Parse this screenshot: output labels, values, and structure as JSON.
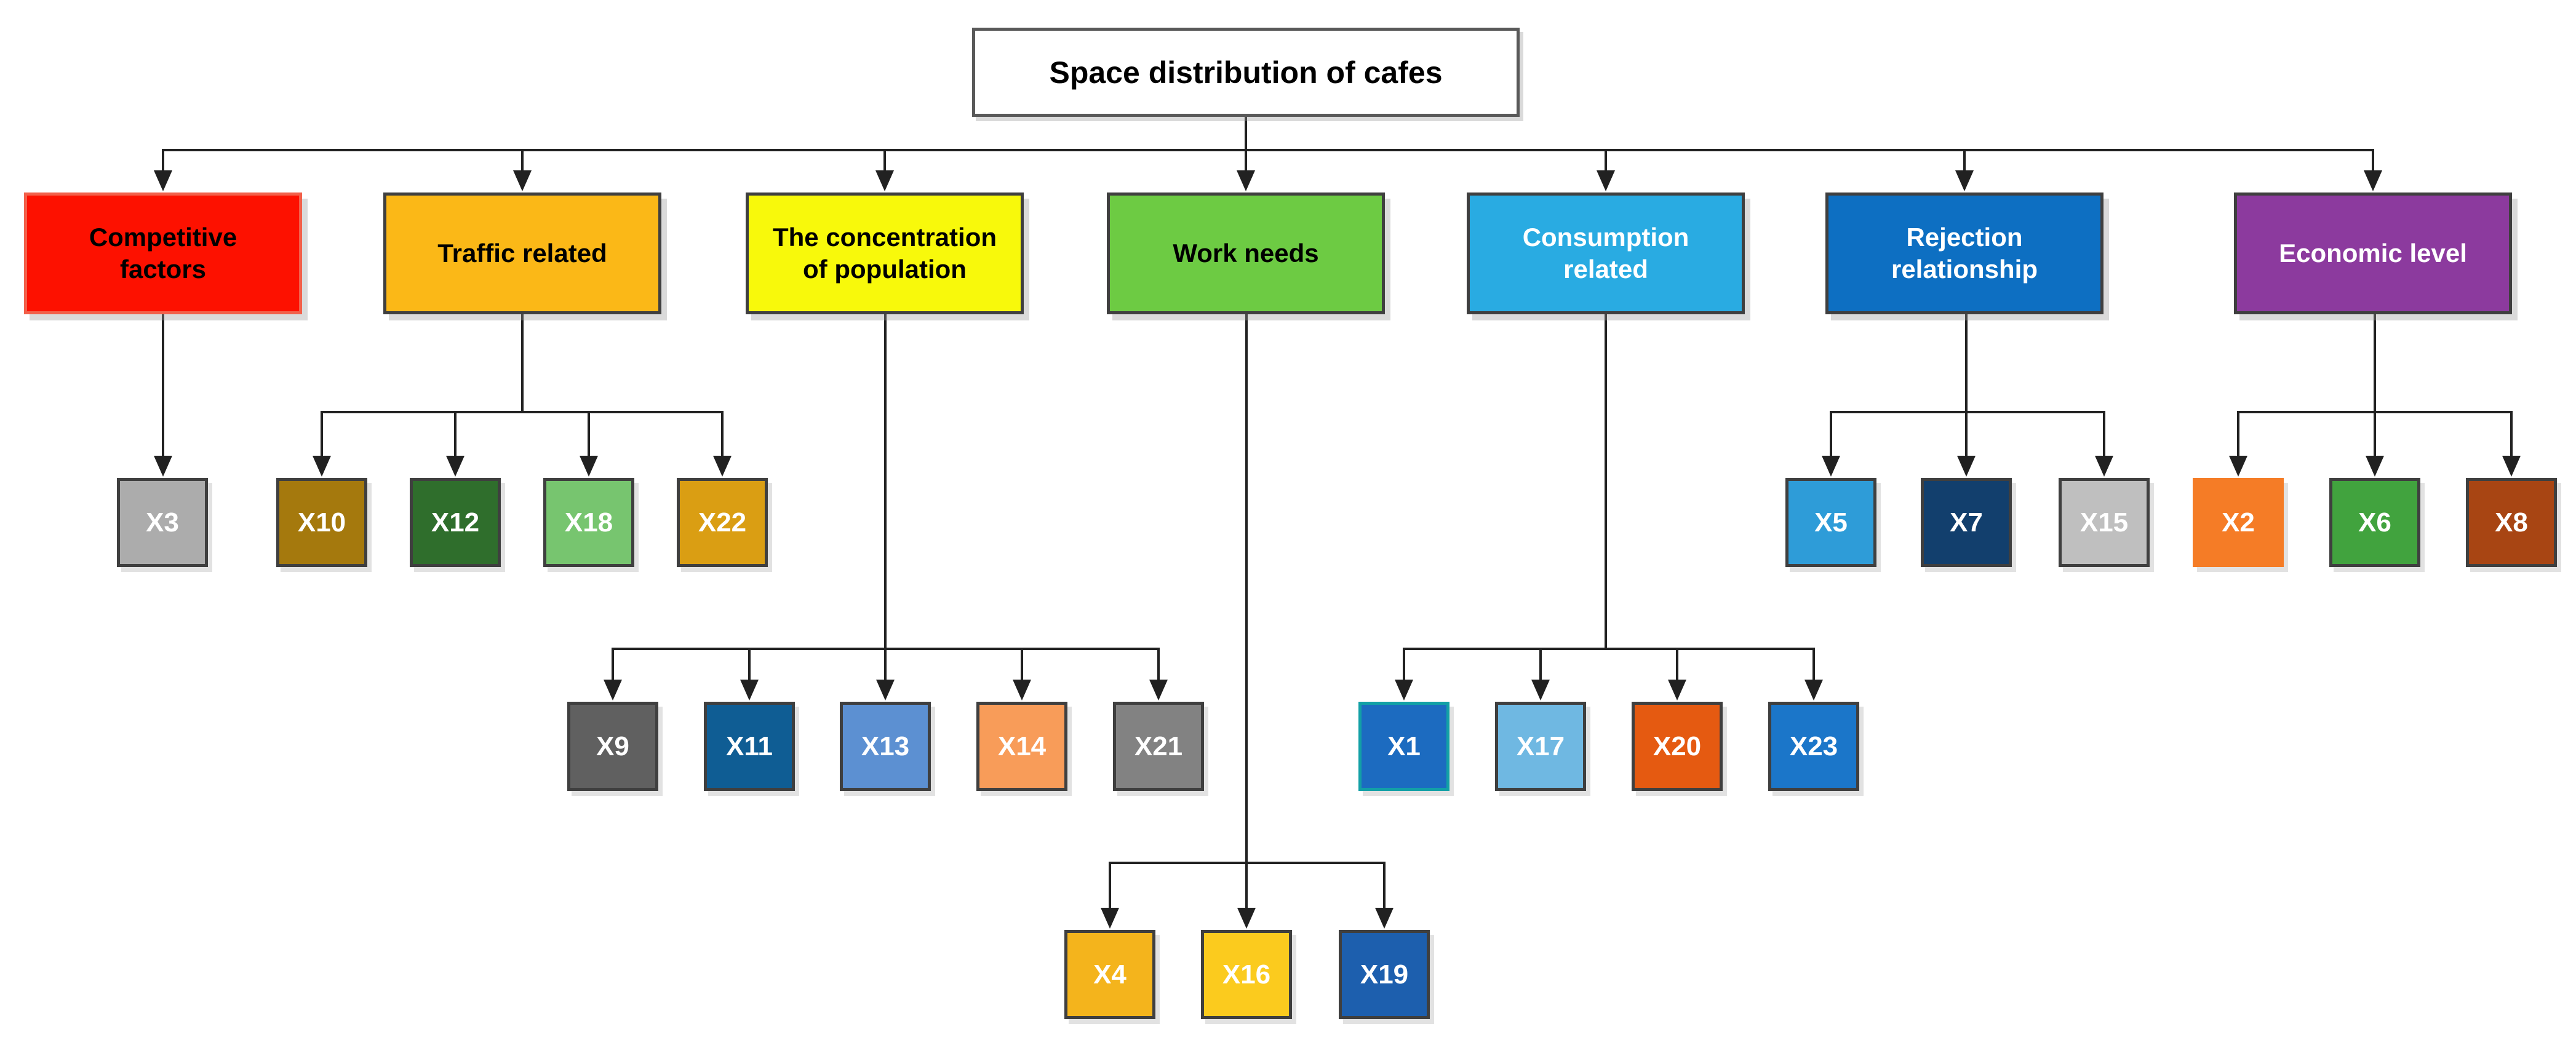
{
  "diagram": {
    "title": {
      "label": "Space distribution of cafes",
      "fill": "#FFFFFF",
      "text_color": "#000000",
      "border": "#595959"
    },
    "line_color": "#212121",
    "categories": [
      {
        "id": "competitive-factors",
        "label": "Competitive factors",
        "fill": "#FD1100",
        "text_color": "#000000",
        "border": "#F2604A",
        "children": [
          {
            "label": "X3",
            "fill": "#ACACAC",
            "text_color": "#FFFFFF",
            "border": "#3F3F3F"
          }
        ]
      },
      {
        "id": "traffic-related",
        "label": "Traffic related",
        "fill": "#FBB817",
        "text_color": "#000000",
        "border": "#3F3F3F",
        "children": [
          {
            "label": "X10",
            "fill": "#A5790D",
            "text_color": "#FFFFFF",
            "border": "#3F3F3F"
          },
          {
            "label": "X12",
            "fill": "#2F6E2C",
            "text_color": "#FFFFFF",
            "border": "#3F3F3F"
          },
          {
            "label": "X18",
            "fill": "#77C56F",
            "text_color": "#FFFFFF",
            "border": "#3F3F3F"
          },
          {
            "label": "X22",
            "fill": "#DA9E13",
            "text_color": "#FFFFFF",
            "border": "#3F3F3F"
          }
        ]
      },
      {
        "id": "concentration-of-population",
        "label": "The concentration of population",
        "fill": "#F8F90B",
        "text_color": "#000000",
        "border": "#3F3F3F",
        "children": [
          {
            "label": "X9",
            "fill": "#606060",
            "text_color": "#FFFFFF",
            "border": "#3F3F3F"
          },
          {
            "label": "X11",
            "fill": "#0F5D94",
            "text_color": "#FFFFFF",
            "border": "#3F3F3F"
          },
          {
            "label": "X13",
            "fill": "#5C90D2",
            "text_color": "#FFFFFF",
            "border": "#3F3F3F"
          },
          {
            "label": "X14",
            "fill": "#F89C59",
            "text_color": "#FFFFFF",
            "border": "#3F3F3F"
          },
          {
            "label": "X21",
            "fill": "#828282",
            "text_color": "#FFFFFF",
            "border": "#3F3F3F"
          }
        ]
      },
      {
        "id": "work-needs",
        "label": "Work needs",
        "fill": "#6DCB43",
        "text_color": "#000000",
        "border": "#3F3F3F",
        "children": [
          {
            "label": "X4",
            "fill": "#F4B41C",
            "text_color": "#FFFFFF",
            "border": "#3F3F3F"
          },
          {
            "label": "X16",
            "fill": "#FBCB1E",
            "text_color": "#FFFFFF",
            "border": "#3F3F3F"
          },
          {
            "label": "X19",
            "fill": "#1D5FAE",
            "text_color": "#FFFFFF",
            "border": "#3F3F3F"
          }
        ]
      },
      {
        "id": "consumption-related",
        "label": "Consumption related",
        "fill": "#29ABE2",
        "text_color": "#FFFFFF",
        "border": "#3F3F3F",
        "children": [
          {
            "label": "X1",
            "fill": "#1C6BC0",
            "text_color": "#FFFFFF",
            "border": "#12A0A6"
          },
          {
            "label": "X17",
            "fill": "#6FB8E2",
            "text_color": "#FFFFFF",
            "border": "#3F3F3F"
          },
          {
            "label": "X20",
            "fill": "#E55A11",
            "text_color": "#FFFFFF",
            "border": "#3F3F3F"
          },
          {
            "label": "X23",
            "fill": "#1B76C9",
            "text_color": "#FFFFFF",
            "border": "#3F3F3F"
          }
        ]
      },
      {
        "id": "rejection-relationship",
        "label": "Rejection relationship",
        "fill": "#0D6FC2",
        "text_color": "#FFFFFF",
        "border": "#3F3F3F",
        "children": [
          {
            "label": "X5",
            "fill": "#2E9CD8",
            "text_color": "#FFFFFF",
            "border": "#3F3F3F"
          },
          {
            "label": "X7",
            "fill": "#123F6D",
            "text_color": "#FFFFFF",
            "border": "#3F3F3F"
          },
          {
            "label": "X15",
            "fill": "#BFBFBF",
            "text_color": "#FFFFFF",
            "border": "#3F3F3F"
          }
        ]
      },
      {
        "id": "economic-level",
        "label": "Economic level",
        "fill": "#8C3A9E",
        "text_color": "#FFFFFF",
        "border": "#3F3F3F",
        "children": [
          {
            "label": "X2",
            "fill": "#F57C26",
            "text_color": "#FFFFFF",
            "border": "#F57C26"
          },
          {
            "label": "X6",
            "fill": "#41A33E",
            "text_color": "#FFFFFF",
            "border": "#3F3F3F"
          },
          {
            "label": "X8",
            "fill": "#A84513",
            "text_color": "#FFFFFF",
            "border": "#3F3F3F"
          }
        ]
      }
    ]
  }
}
